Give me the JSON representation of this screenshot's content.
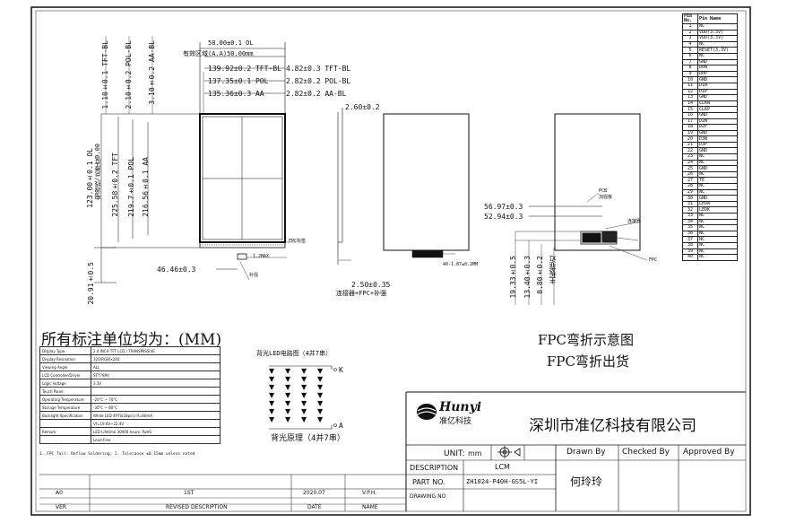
{
  "drawing": {
    "unit_note": "所有标注单位均为：(MM)",
    "fpc_note_1": "FPC弯折示意图",
    "fpc_note_2": "FPC弯折出货",
    "company_cn": "深圳市准亿科技有限公司",
    "logo_brand": "Hunyi",
    "logo_cn": "准亿科技",
    "led_caption": "背光原理（4并7串）",
    "led_title": "背光LED电路图（4并7串）",
    "led_k": "K",
    "led_a": "A"
  },
  "front_view": {
    "dims_horizontal": [
      "58.00±0.1 OL",
      "有效区域(A.A)50.00mm",
      "139.92±0.2 TFT-BL",
      "137.35±0.1 POL",
      "135.36±0.3 AA",
      "4.82±0.3 TFT-BL",
      "2.82±0.2 POL-BL",
      "2.82±0.2 AA-BL"
    ],
    "dims_vertical": [
      "1.10±0.1 TFT-BL",
      "2.10±0.2 POL-BL",
      "3.10±0.2 AA-BL",
      "123.00±0.1 OL",
      "电源线/总厚度0.00",
      "225.58±0.2 TFT",
      "219.7±0.1 POL",
      "216.56±0.1 AA",
      "20.91±0.5"
    ],
    "dim_bottom": "46.46±0.3",
    "dim_fpc_w": "1.2MAX",
    "fpc_label": "FPC标签",
    "stiffener": "补强"
  },
  "side_view": {
    "thickness": "2.60±0.2",
    "total": "2.50±0.35",
    "note": "连接器+FPC+补强"
  },
  "back_view": {
    "dims": [
      "56.97±0.3",
      "52.94±0.3",
      "19.33±0.5",
      "13.40±0.3",
      "0.80±0.2",
      "主板靠近"
    ],
    "fpc_width": "40-1.87±0.2MM",
    "labels": [
      "PCB",
      "加强板",
      "连接器",
      "FPC"
    ]
  },
  "pin_table": {
    "headers": [
      "Pin No.",
      "Pin Name"
    ],
    "rows": [
      [
        "1",
        "NC"
      ],
      [
        "2",
        "VDD(3.3V)"
      ],
      [
        "3",
        "VDD(3.3V)"
      ],
      [
        "4",
        "NC"
      ],
      [
        "5",
        "RESET(3.3V)"
      ],
      [
        "6",
        "NC"
      ],
      [
        "7",
        "GND"
      ],
      [
        "8",
        "D0N"
      ],
      [
        "9",
        "D0P"
      ],
      [
        "10",
        "GND"
      ],
      [
        "11",
        "D1N"
      ],
      [
        "12",
        "D1P"
      ],
      [
        "13",
        "GND"
      ],
      [
        "14",
        "CLKN"
      ],
      [
        "15",
        "CLKP"
      ],
      [
        "16",
        "GND"
      ],
      [
        "17",
        "D2N"
      ],
      [
        "18",
        "D2P"
      ],
      [
        "19",
        "GND"
      ],
      [
        "20",
        "D3N"
      ],
      [
        "21",
        "D3P"
      ],
      [
        "22",
        "GND"
      ],
      [
        "23",
        "NC"
      ],
      [
        "24",
        "NC"
      ],
      [
        "25",
        "GND"
      ],
      [
        "26",
        "NC"
      ],
      [
        "27",
        "TE"
      ],
      [
        "28",
        "NC"
      ],
      [
        "29",
        "NC"
      ],
      [
        "30",
        "GND"
      ],
      [
        "31",
        "LEDA"
      ],
      [
        "32",
        "LEDK"
      ],
      [
        "33",
        "NC"
      ],
      [
        "34",
        "NC"
      ],
      [
        "35",
        "NC"
      ],
      [
        "36",
        "NC"
      ],
      [
        "37",
        "NC"
      ],
      [
        "38",
        "NC"
      ],
      [
        "39",
        "NC"
      ],
      [
        "40",
        "NC"
      ]
    ]
  },
  "spec_table": {
    "rows": [
      [
        "Display Type",
        "2.4 INCH TFT LCD / TRANSMISSIVE"
      ],
      [
        "Display Resolution",
        "320(RGB)x240"
      ],
      [
        "Viewing Angle",
        "ALL"
      ],
      [
        "LCD Controller/Driver",
        "ST7789V"
      ],
      [
        "Logic Voltage",
        "3.3V"
      ],
      [
        "Touch Panel",
        ""
      ],
      [
        "Operating Temperature",
        "-20°C ~ 70°C"
      ],
      [
        "Storage Temperature",
        "-30°C ~ 80°C"
      ],
      [
        "Backlight Specification",
        "White LED 4P7S(28pcs) If=80mA"
      ],
      [
        "",
        "Vf=19.6V~22.4V"
      ],
      [
        "Remark",
        "LED Lifetime 30000 hours; RoHS"
      ],
      [
        "",
        "Lead Free"
      ]
    ],
    "footer": "1. FPC Tail: Reflow Soldering; 2. Tolerance ±0.15mm unless noted"
  },
  "title_block": {
    "unit_label": "UNIT:",
    "unit_value": "mm",
    "drawn_by": "Drawn By",
    "checked_by": "Checked By",
    "approved_by": "Approved By",
    "description_label": "DESCRIPTION",
    "description_value": "LCM",
    "part_no_label": "PART NO.",
    "part_no_value": "ZH1024-P40H-GS5L-YI",
    "drawing_no_label": "DRAWING NO.",
    "drawer_name": "何玲玲",
    "rev_row": [
      "A0",
      "1ST",
      "2020.07",
      "V.P.H."
    ],
    "rev_headers": [
      "VER",
      "REVISED DESCRIPTION",
      "DATE",
      "NAME"
    ]
  }
}
